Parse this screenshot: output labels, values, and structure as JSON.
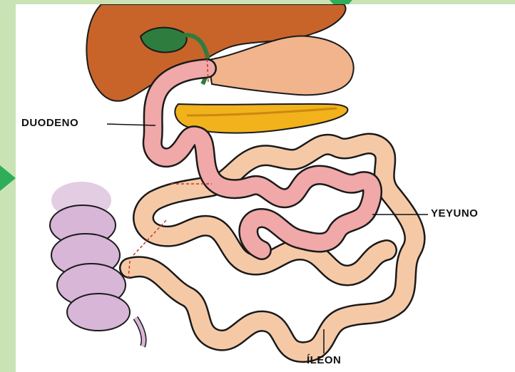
{
  "labels": {
    "duodeno": "DUODENO",
    "yeyuno": "YEYUNO",
    "ileon": "ÍLEON"
  },
  "colors": {
    "background_frame": "#c9e3b4",
    "accent_arrow": "#2fae5a",
    "liver": "#c8642a",
    "gallbladder": "#2e7d3e",
    "stomach": "#f2b48c",
    "pancreas": "#f2b21c",
    "duodenum_jejunum": "#f0a8a8",
    "ileum": "#f6c9a6",
    "colon": "#d8b6d8",
    "outline": "#1a1a1a"
  }
}
